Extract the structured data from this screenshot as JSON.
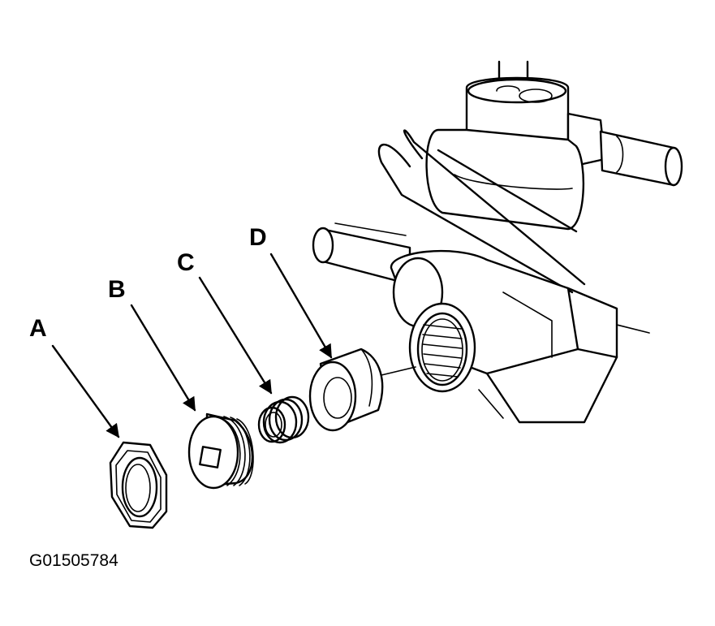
{
  "callouts": {
    "a": "A",
    "b": "B",
    "c": "C",
    "d": "D"
  },
  "figure_id": "G01505784"
}
